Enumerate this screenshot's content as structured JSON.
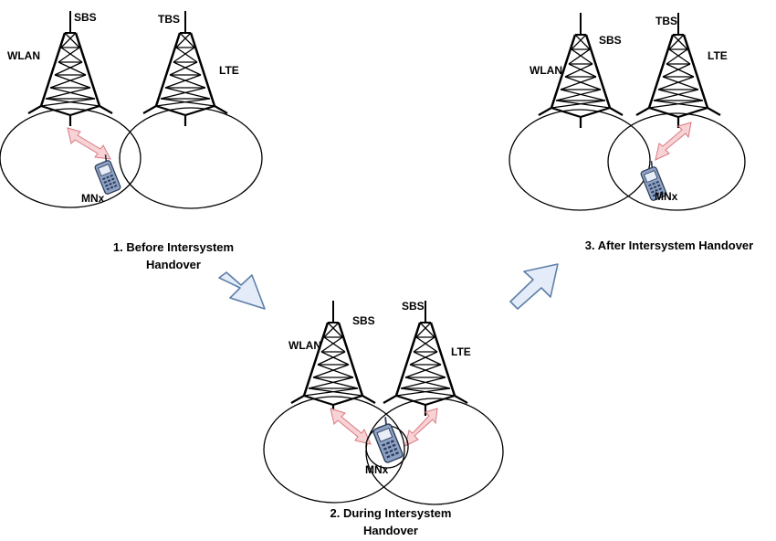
{
  "scenarios": [
    {
      "caption_line1": "1. Before Intersystem",
      "caption_line2": "Handover",
      "left_network": "WLAN",
      "left_station": "SBS",
      "right_station": "TBS",
      "right_network": "LTE",
      "mobile_node": "MNx"
    },
    {
      "caption_line1": "2. During Intersystem",
      "caption_line2": "Handover",
      "left_network": "WLAN",
      "left_station": "SBS",
      "right_station": "SBS",
      "right_network": "LTE",
      "mobile_node": "MNx"
    },
    {
      "caption_line1": "3. After Intersystem Handover",
      "left_network": "WLAN",
      "left_station": "SBS",
      "right_station": "TBS",
      "right_network": "LTE",
      "mobile_node": "MNx"
    }
  ],
  "colors": {
    "link_arrow_fill": "#f7d3d6",
    "link_arrow_stroke": "#d9787f",
    "flow_arrow_fill": "#e3ecf8",
    "flow_arrow_stroke": "#5f7fa8",
    "phone_body": "#8ea2c6"
  },
  "icons": [
    "tower-icon",
    "coverage-circle",
    "mobile-phone-icon",
    "bidirectional-link-arrow",
    "flow-arrow"
  ]
}
